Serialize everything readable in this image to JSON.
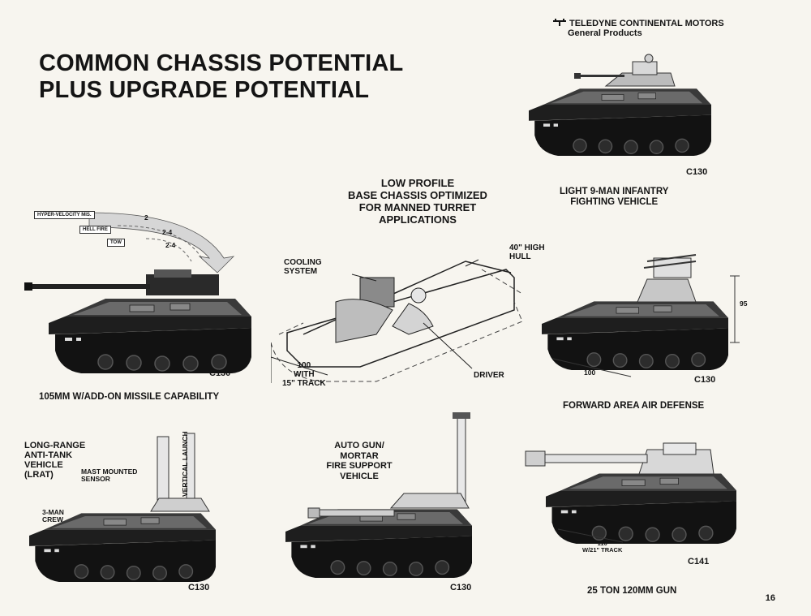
{
  "title": {
    "line1": "COMMON CHASSIS POTENTIAL",
    "line2": "PLUS UPGRADE POTENTIAL"
  },
  "brand": {
    "name": "TELEDYNE CONTINENTAL MOTORS",
    "division": "General Products",
    "logo_icon": "teledyne-logo-icon"
  },
  "center": {
    "heading_lines": [
      "LOW PROFILE",
      "BASE CHASSIS OPTIMIZED",
      "FOR MANNED TURRET",
      "APPLICATIONS"
    ],
    "cooling_label": "COOLING\nSYSTEM",
    "hull_label": "40\" HIGH\nHULL",
    "track_label": "100\nWITH\n15\" TRACK",
    "driver_label": "DRIVER"
  },
  "vehicles": [
    {
      "id": "ifv",
      "code": "C130",
      "caption": "LIGHT 9-MAN INFANTRY\nFIGHTING VEHICLE"
    },
    {
      "id": "missile",
      "code": "C130",
      "caption": "105MM W/ADD-ON MISSILE CAPABILITY",
      "missiles": [
        "HYPER-VELOCITY MIS.",
        "HELL FIRE",
        "TOW"
      ],
      "missile_counts": [
        "2",
        "2-4",
        "2-4"
      ]
    },
    {
      "id": "aad",
      "code": "C130",
      "caption": "FORWARD AREA AIR DEFENSE",
      "dim_height": "95",
      "dim_length": "100"
    },
    {
      "id": "lrat",
      "code": "C130",
      "label": "LONG-RANGE\nANTI-TANK\nVEHICLE\n(LRAT)",
      "sensor_label": "MAST MOUNTED\nSENSOR",
      "crew_label": "3-MAN\nCREW",
      "launch_label": "VERTICAL LAUNCH"
    },
    {
      "id": "mortar",
      "code": "C130",
      "label": "AUTO GUN/\nMORTAR\nFIRE SUPPORT\nVEHICLE"
    },
    {
      "id": "gun120",
      "code": "C141",
      "caption": "25 TON 120MM GUN",
      "track_label": "110\nW/21\" TRACK"
    }
  ],
  "page_number": "16"
}
